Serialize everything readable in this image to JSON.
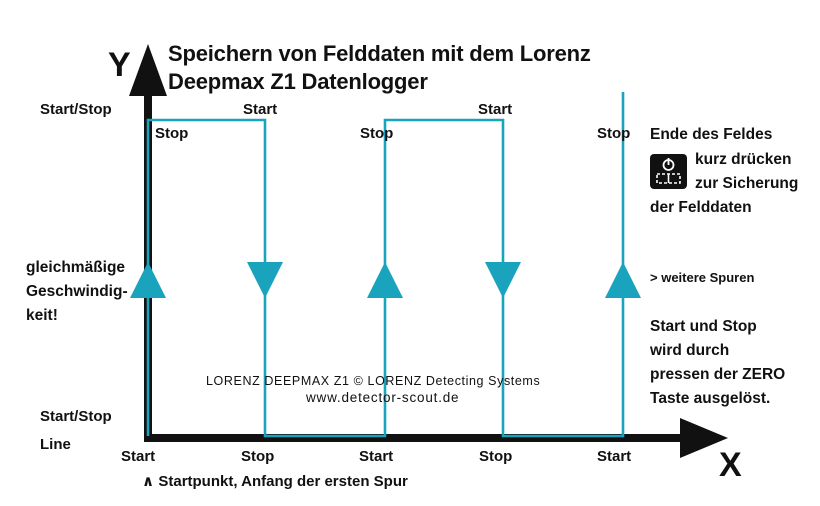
{
  "title": {
    "line1": "Speichern von Felddaten mit dem Lorenz",
    "line2": "Deepmax Z1 Datenlogger"
  },
  "axes": {
    "y": "Y",
    "x": "X"
  },
  "labels": {
    "start_stop_top": "Start/Stop",
    "start_stop_bottom": "Start/Stop",
    "line": "Line",
    "speed_1": "gleichmäßige",
    "speed_2": "Geschwindig-",
    "speed_3": "keit!",
    "more_tracks": "> weitere Spuren",
    "start_point": "∧ Startpunkt, Anfang der ersten Spur"
  },
  "top_labels": [
    {
      "text": "Stop",
      "kind": "stop"
    },
    {
      "text": "Start",
      "kind": "start"
    },
    {
      "text": "Stop",
      "kind": "stop"
    },
    {
      "text": "Start",
      "kind": "start"
    },
    {
      "text": "Stop",
      "kind": "stop"
    }
  ],
  "bottom_labels": [
    "Start",
    "Stop",
    "Start",
    "Stop",
    "Start"
  ],
  "right_notes": {
    "end1": "Ende des Feldes",
    "end2": "kurz drücken",
    "end3": "zur Sicherung",
    "end4": "der Felddaten",
    "zero1": "Start und Stop",
    "zero2": "wird durch",
    "zero3": "pressen der ZERO",
    "zero4": "Taste ausgelöst."
  },
  "watermark": {
    "line1": "LORENZ DEEPMAX Z1 © LORENZ Detecting Systems",
    "line2": "www.detector-scout.de"
  },
  "track_directions": [
    "up",
    "down",
    "up",
    "down",
    "up"
  ],
  "colors": {
    "track": "#1aa3bd",
    "axis": "#111111"
  }
}
